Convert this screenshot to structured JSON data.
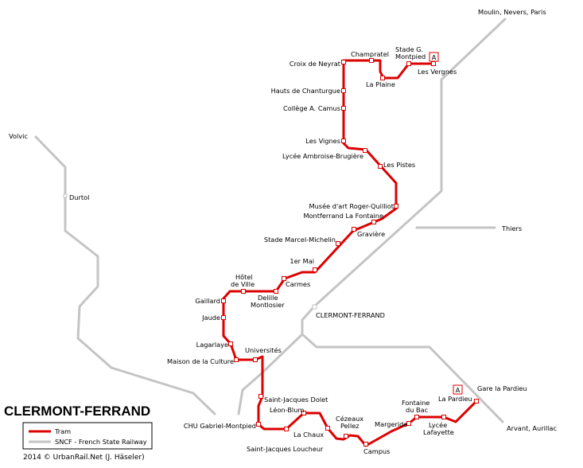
{
  "title": "CLERMONT-FERRAND",
  "credit": "2014 © UrbanRail.Net (J. Häseler)",
  "colors": {
    "tram": "#dd0000",
    "rail": "#c4c4c4",
    "station_fill": "#ffffff"
  },
  "legend": {
    "tram": "Tram",
    "rail": "SNCF - French State Railway"
  },
  "line_badge": "A",
  "rail_labels": {
    "moulin": "Moulin, Nevers, Paris",
    "volvic": "Volvic",
    "durtol": "Durtol",
    "thiers": "Thiers",
    "clermont": "CLERMONT-FERRAND",
    "arvant": "Arvant, Aurillac",
    "gare_pardieu": "Gare la Pardieu"
  },
  "stations": {
    "les_vergnes": "Les Vergnes",
    "stade_montpied_1": "Stade G.",
    "stade_montpied_2": "Montpied",
    "la_plaine": "La Plaine",
    "champratel": "Champratel",
    "croix_de_neyrat": "Croix de Neyrat",
    "hauts_de_chanturgue": "Hauts de Chanturgue",
    "college_camus": "Collège A. Camus",
    "les_vignes": "Les Vignes",
    "lycee_brugiere": "Lycée Ambroise-Brugière",
    "les_pistes": "Les Pistes",
    "musee": "Musée d'art Roger-Quilliot",
    "montferrand": "Montferrand La Fontaine",
    "graviere": "Gravière",
    "stade_michelin": "Stade Marcel-Michelin",
    "premier_mai": "1er Mai",
    "carmes": "Carmes",
    "delille_1": "Delille",
    "delille_2": "Montlosier",
    "hotel_de_ville_1": "Hôtel",
    "hotel_de_ville_2": "de Ville",
    "gaillard": "Gaillard",
    "jaude": "Jaude",
    "lagarlaye": "Lagarlaye",
    "universites": "Universités",
    "maison_culture": "Maison de la Culture",
    "saint_jacques_dolet": "Saint-Jacques Dolet",
    "leon_blum": "Léon-Blum",
    "chu": "CHU Gabriel-Montpied",
    "saint_jacques_loucheur": "Saint-Jacques Loucheur",
    "la_chaux": "La Chaux",
    "cezeaux_1": "Cézeaux",
    "cezeaux_2": "Pellez",
    "campus": "Campus",
    "margeride": "Margeride",
    "fontaine_du_bac_1": "Fontaine",
    "fontaine_du_bac_2": "du Bac",
    "lycee_lafayette_1": "Lycée",
    "lycee_lafayette_2": "Lafayette",
    "la_pardieu": "La Pardieu"
  }
}
